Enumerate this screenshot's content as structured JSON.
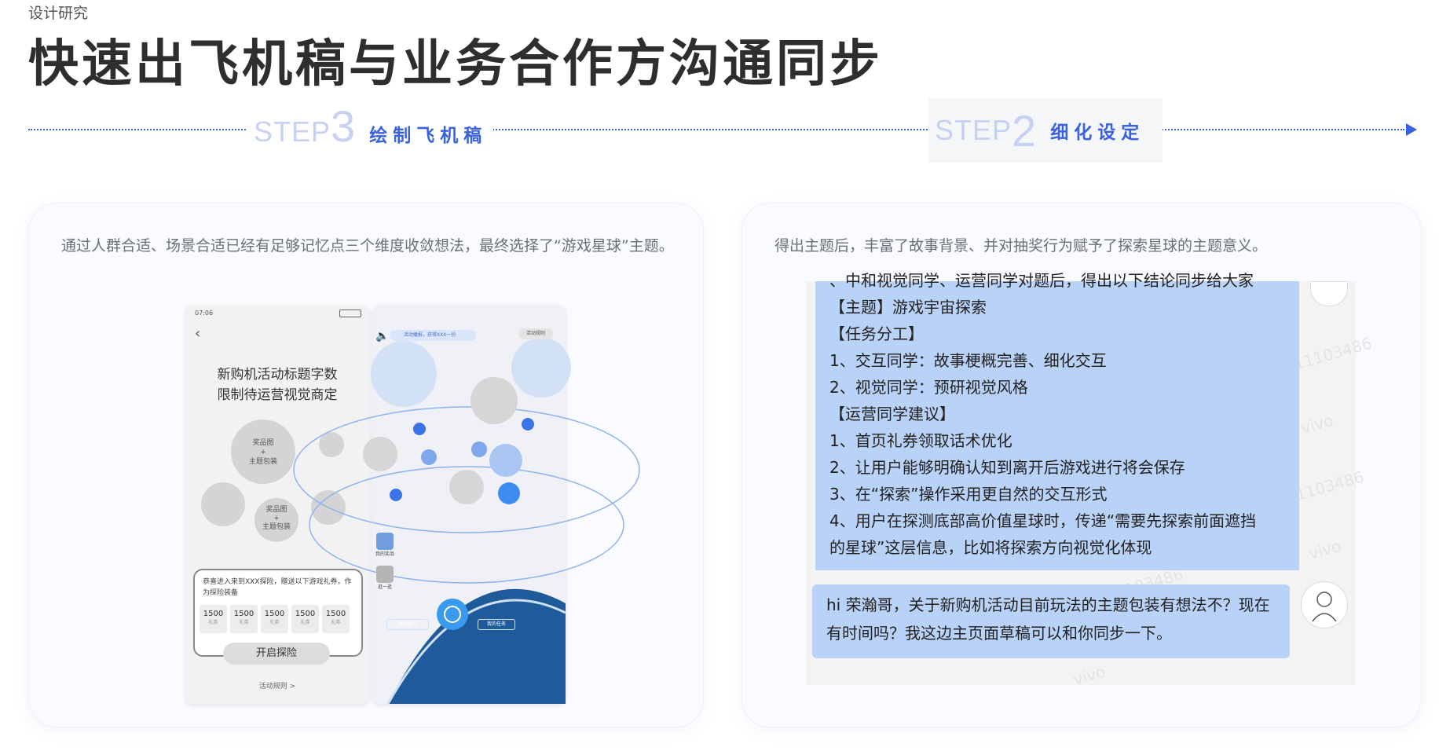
{
  "header": {
    "kicker": "设计研究",
    "title": "快速出飞机稿与业务合作方沟通同步"
  },
  "steps": [
    {
      "word": "STEP",
      "number": "3",
      "label": "绘制飞机稿"
    },
    {
      "word": "STEP",
      "number": "2",
      "label": "细化设定"
    }
  ],
  "colors": {
    "accent": "#3a62e0",
    "step_faded": "#c7d2f2",
    "bubble": "#b9d2f7",
    "deep_blue": "#1f5a9a"
  },
  "left_card": {
    "description": "通过人群合适、场景合适已经有足够记忆点三个维度收敛想法，最终选择了“游戏星球”主题。",
    "wireframe": {
      "status_time": "07:06",
      "back_icon": "chevron-left-icon",
      "headline_line1": "新购机活动标题字数",
      "headline_line2": "限制待运营视觉商定",
      "bubble1_label": [
        "奖品图",
        "+",
        "主题包装"
      ],
      "bubble2_label": [
        "奖品图",
        "+",
        "主题包装"
      ],
      "popup_text": "恭喜进入来到XXX探险，赠送以下游戏礼券，作为探险装备",
      "coupons": [
        "1500",
        "1500",
        "1500",
        "1500",
        "1500"
      ],
      "coupon_sub": "礼券",
      "start_button": "开启探险",
      "rules_link": "活动规则 >"
    },
    "visual": {
      "notice_text": "活动播报，获得XXX一份",
      "rules_tag": "活动规则",
      "side_prize": "我的奖品",
      "side_browse": "逛一逛",
      "probe_button": "探测器*2",
      "tasks_button": "我的任务",
      "speaker_icon": "speaker-icon",
      "target_icon": "target-icon"
    }
  },
  "right_card": {
    "description": "得出主题后，丰富了故事背景、并对抽奖行为赋予了探索星球的主题意义。",
    "chat": {
      "cut_line": "、中和视觉同学、运营同学对题后，得出以下结论同步给大家",
      "lines": [
        "【主题】游戏宇宙探索",
        "【任务分工】",
        "  1、交互同学：故事梗概完善、细化交互",
        "  2、视觉同学：预研视觉风格",
        "【运营同学建议】",
        "  1、首页礼券领取话术优化",
        "  2、让用户能够明确认知到离开后游戏进行将会保存",
        "  3、在“探索”操作采用更自然的交互形式",
        "  4、用户在探测底部高价值星球时，传递“需要先探索前面遮挡",
        "的星球”这层信息，比如将探索方向视觉化体现"
      ],
      "message": "hi 荣瀚哥，关于新购机活动目前玩法的主题包装有想法不？现在有时间吗？我这边主页面草稿可以和你同步一下。",
      "watermarks": [
        "11103486",
        "vivo",
        "11103486",
        "vivo",
        "11103486",
        "vivo"
      ]
    }
  }
}
